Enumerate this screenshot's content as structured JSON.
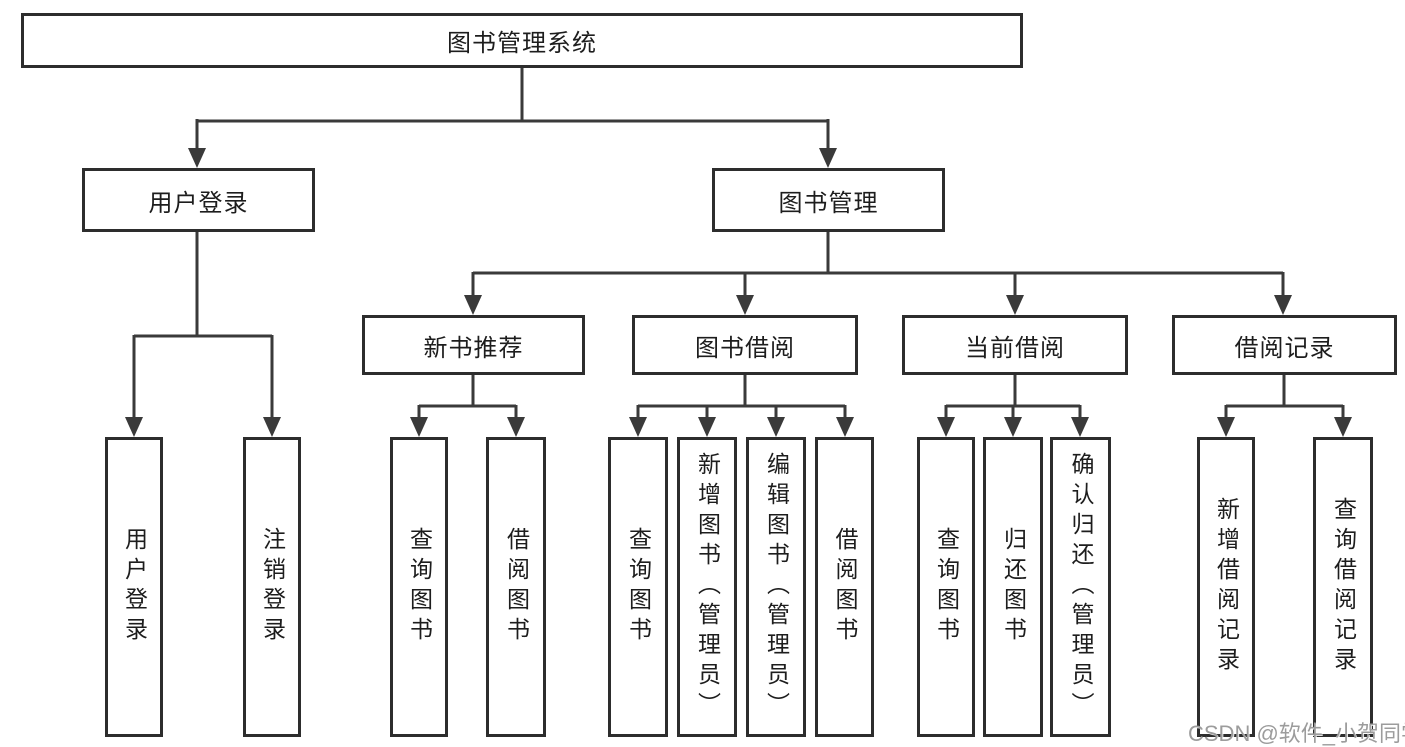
{
  "tree": {
    "root": "图书管理系统",
    "user": {
      "label": "用户登录",
      "children": [
        "用户登录",
        "注销登录"
      ]
    },
    "book": {
      "label": "图书管理",
      "groups": [
        {
          "label": "新书推荐",
          "children": [
            "查询图书",
            "借阅图书"
          ]
        },
        {
          "label": "图书借阅",
          "children": [
            "查询图书",
            "新增图书（管理员）",
            "编辑图书（管理员）",
            "借阅图书"
          ]
        },
        {
          "label": "当前借阅",
          "children": [
            "查询图书",
            "归还图书",
            "确认归还（管理员）"
          ]
        },
        {
          "label": "借阅记录",
          "children": [
            "新增借阅记录",
            "查询借阅记录"
          ]
        }
      ]
    }
  },
  "watermark": "CSDN @软件_小贺同学",
  "colors": {
    "line": "#3a3a3a",
    "box_border": "#2d2d2d",
    "text": "#1d1d1d",
    "watermark": "#9c9c9c",
    "background": "#ffffff"
  }
}
